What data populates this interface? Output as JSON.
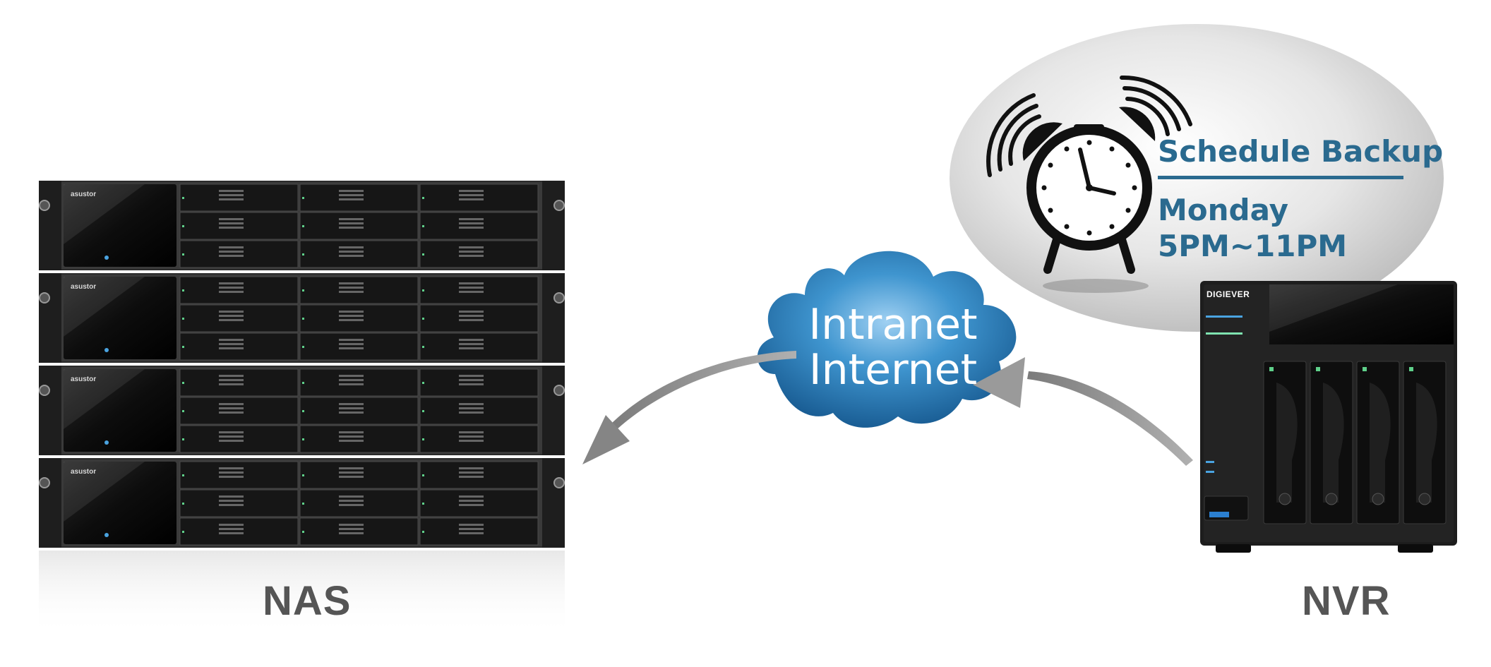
{
  "diagram": {
    "nas_label": "NAS",
    "nvr_label": "NVR",
    "cloud_line1": "Intranet",
    "cloud_line2": "Internet",
    "schedule_title": "Schedule Backup",
    "schedule_day": "Monday",
    "schedule_time": "5PM~11PM",
    "nas_brand": "asustor",
    "nvr_brand": "DIGIEVER",
    "nas_unit_count": 4,
    "nvr_bay_count": 4
  },
  "colors": {
    "accent": "#2a6a8f",
    "label": "#555555",
    "cloud": "#2f86c0",
    "arrow": "#8a8a8a",
    "device_body": "#1c1c1c"
  },
  "icons": [
    "alarm-clock-icon",
    "cloud-icon",
    "arrow-icon"
  ]
}
